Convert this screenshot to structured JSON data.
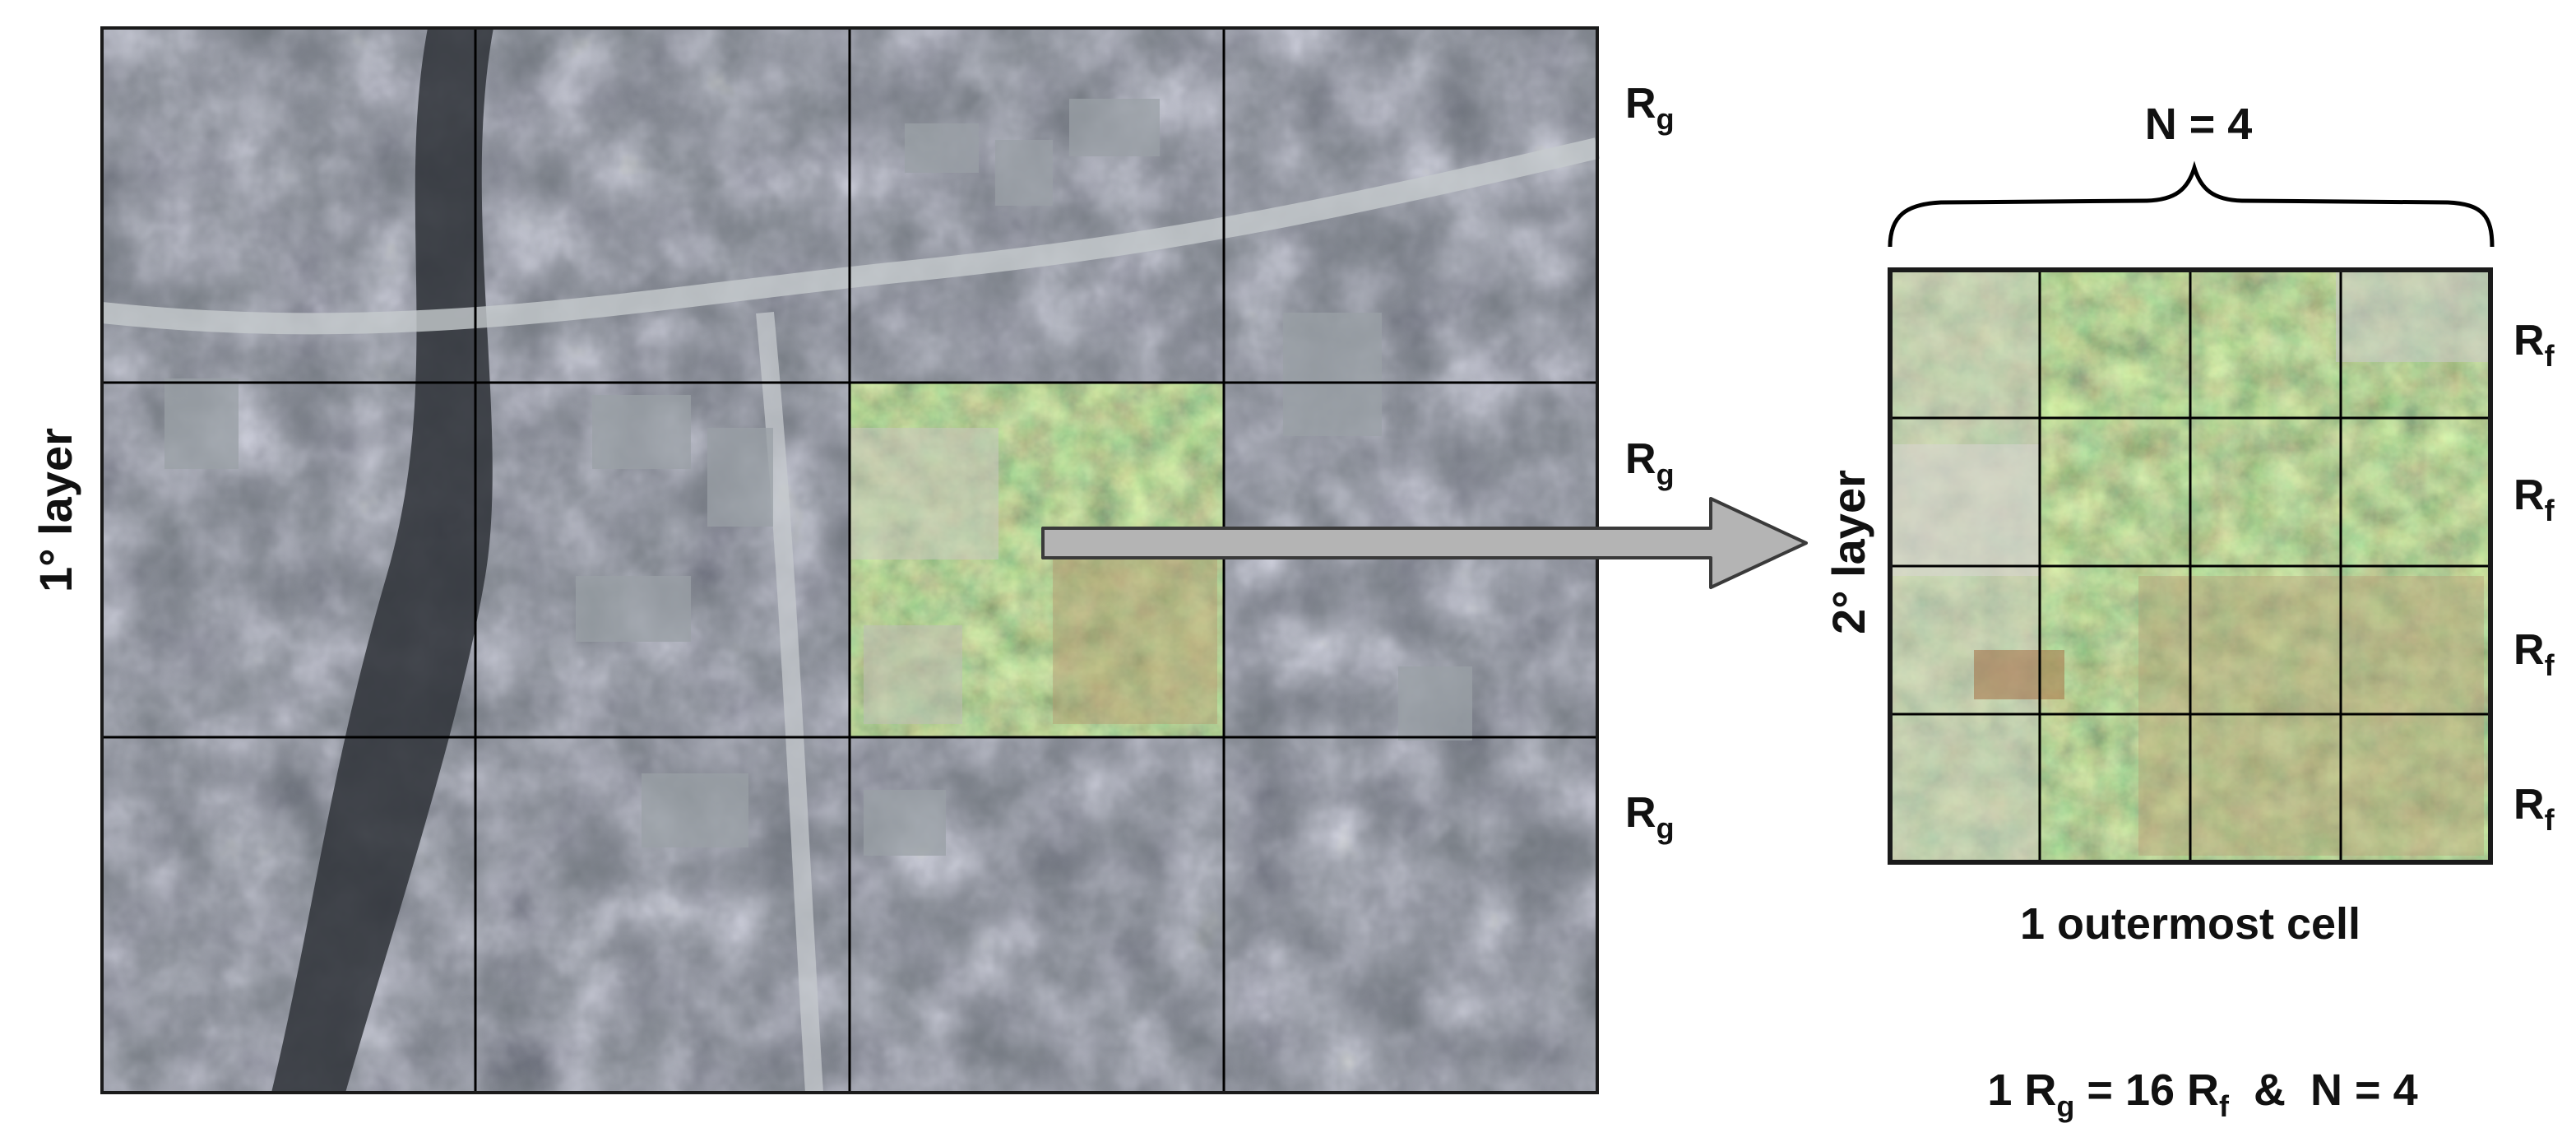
{
  "left_panel": {
    "layer_label": "1° layer",
    "grid_rows": 3,
    "grid_cols": 4,
    "row_labels": [
      {
        "main": "R",
        "sub": "g"
      },
      {
        "main": "R",
        "sub": "g"
      },
      {
        "main": "R",
        "sub": "g"
      }
    ],
    "highlighted_cell": {
      "row": 1,
      "col": 2
    }
  },
  "right_panel": {
    "layer_label": "2° layer",
    "top_label": "N = 4",
    "grid_rows": 4,
    "grid_cols": 4,
    "row_labels": [
      {
        "main": "R",
        "sub": "f"
      },
      {
        "main": "R",
        "sub": "f"
      },
      {
        "main": "R",
        "sub": "f"
      },
      {
        "main": "R",
        "sub": "f"
      }
    ],
    "caption": "1 outermost cell",
    "equation": {
      "p1": "1 R",
      "p1_sub": "g",
      "p2": " = 16 R",
      "p2_sub": "f",
      "p3": "  &  N = 4"
    }
  },
  "colors": {
    "arrow_fill": "#b4b4b4",
    "arrow_stroke": "#3a3a3a",
    "grid_line": "#000000",
    "frame": "#1a1a1a"
  }
}
